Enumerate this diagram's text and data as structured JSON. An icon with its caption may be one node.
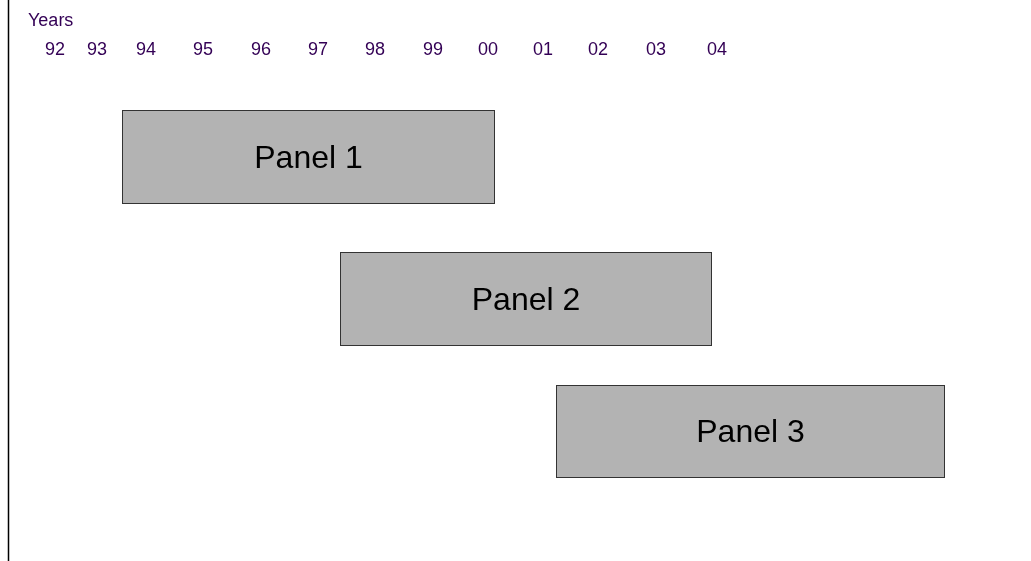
{
  "diagram": {
    "nodes": [
      {
        "text": [
          "Panel 1"
        ]
      },
      {
        "text": [
          "Panel 2"
        ]
      },
      {
        "text": [
          "Panel 3"
        ]
      }
    ],
    "labels": [
      "Years",
      "92",
      "93",
      "94",
      "95",
      "96",
      "97",
      "98",
      "99",
      "00",
      "01",
      "02",
      "03",
      "04"
    ]
  }
}
